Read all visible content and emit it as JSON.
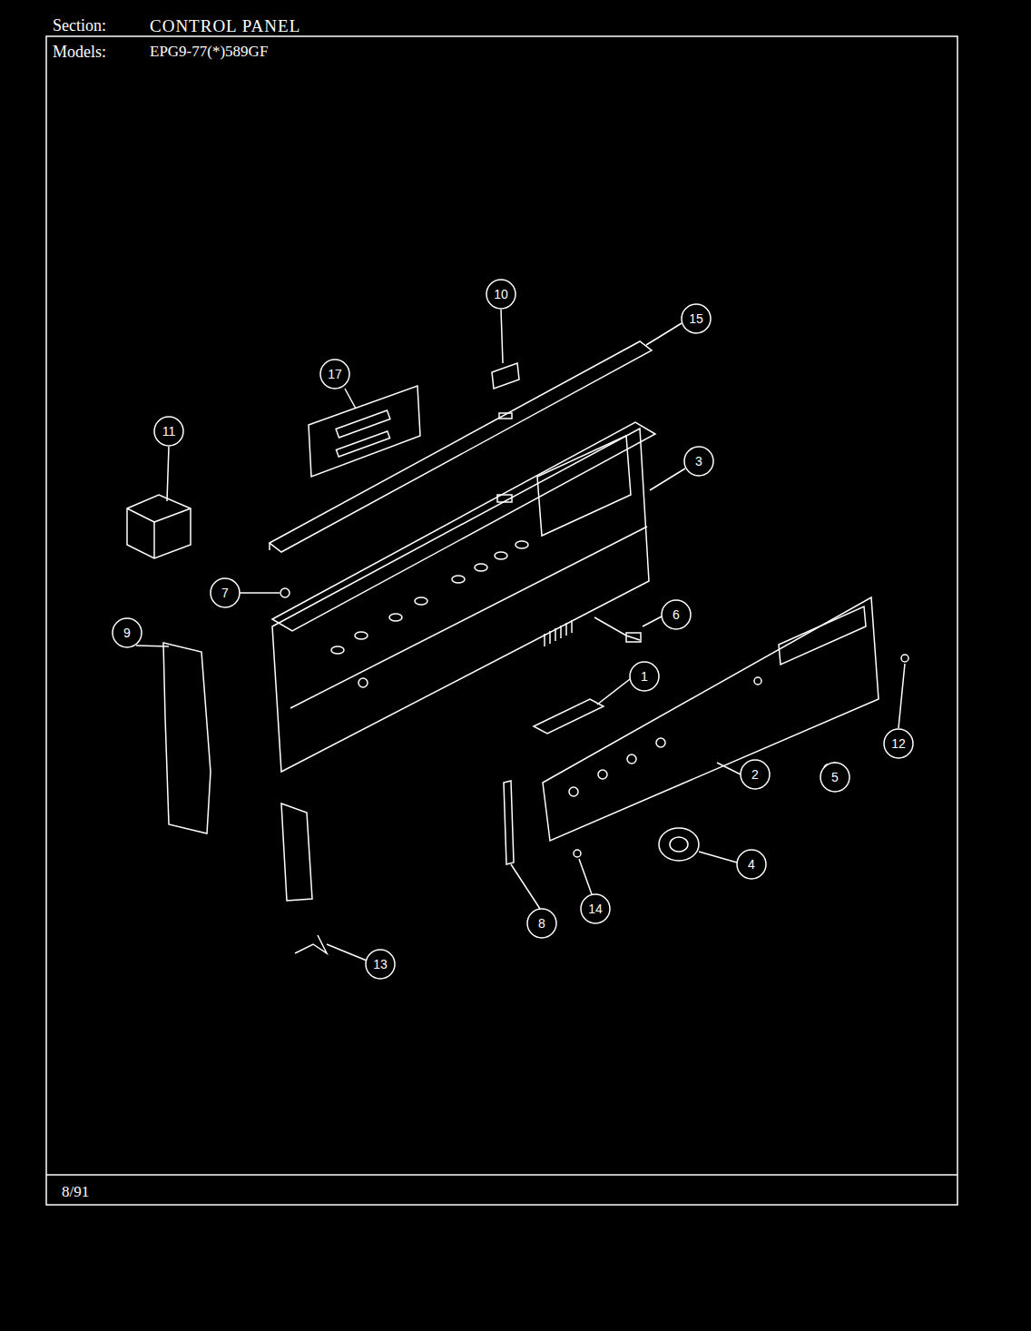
{
  "diagram": {
    "title": "CONTROL PANEL",
    "labels": [
      "Section:",
      "Models:",
      "EPG9-77(*)589GF",
      "8/91",
      "10",
      "15",
      "17",
      "11",
      "3",
      "7",
      "6",
      "9",
      "1",
      "12",
      "2",
      "5",
      "4",
      "14",
      "8",
      "13"
    ]
  }
}
